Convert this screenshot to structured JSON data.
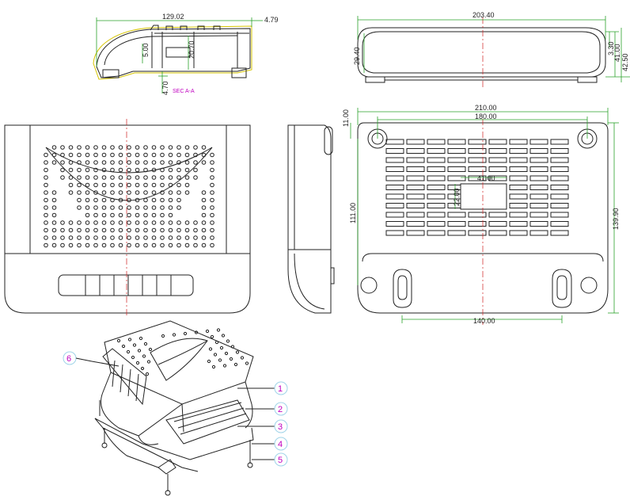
{
  "dimensions": {
    "sec_length": "129.02",
    "sec_end": "4.79",
    "sec_h1": "5.00",
    "sec_h2": "20.70",
    "sec_bottom": "4.70",
    "section_label": "SEC A-A",
    "front_width": "203.40",
    "front_h1": "29.40",
    "front_h2": "3.30",
    "front_h3": "41.00",
    "front_h4": "42.50",
    "bottom_w1": "210.00",
    "bottom_w2": "180.00",
    "bottom_top": "11.00",
    "bottom_label_w": "41.00",
    "bottom_label_h": "22.00",
    "bottom_h1": "111.00",
    "bottom_h2": "139.90",
    "bottom_mount": "140.00"
  },
  "callouts": [
    "1",
    "2",
    "3",
    "4",
    "5",
    "6"
  ],
  "colors": {
    "dimension_line": "#2aa12a",
    "center_line": "#d02020",
    "callout": "#c000c0",
    "outline": "#222222"
  }
}
